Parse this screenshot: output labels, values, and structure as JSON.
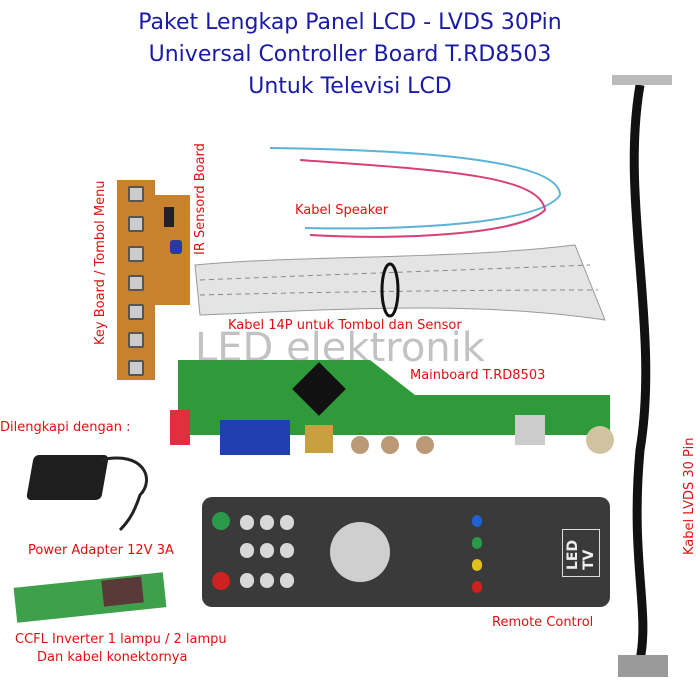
{
  "title": {
    "line1": "Paket Lengkap Panel LCD - LVDS 30Pin",
    "line2": "Universal Controller Board T.RD8503",
    "line3": "Untuk Televisi LCD"
  },
  "labels": {
    "speaker": "Kabel Speaker",
    "ir_board": "IR Sensord Board",
    "keyboard": "Key Board / Tombol Menu",
    "cable14p": "Kabel 14P untuk Tombol dan Sensor",
    "mainboard": "Mainboard T.RD8503",
    "included": "Dilengkapi dengan :",
    "adapter": "Power Adapter 12V 3A",
    "inverter_line1": "CCFL Inverter 1 lampu / 2 lampu",
    "inverter_line2": "Dan kabel konektornya",
    "remote": "Remote Control",
    "lvds": "Kabel LVDS 30 Pin"
  },
  "watermark": "LED elektronik",
  "remote_brand": "LED TV",
  "colors": {
    "title": "#1a1aa8",
    "label": "#e01010",
    "pcb_green": "#2f9a3a",
    "pcb_orange": "#c8822e",
    "remote": "#3a3a3a"
  }
}
